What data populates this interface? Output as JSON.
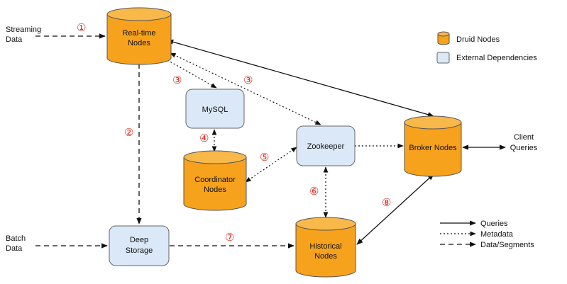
{
  "colors": {
    "druid_fill": "#f6a21c",
    "druid_top": "#f8b84a",
    "druid_stroke": "#555555",
    "external_fill": "#dbe8f7",
    "external_stroke": "#666666",
    "arrow": "#111111",
    "step_number": "#e0281b"
  },
  "inputs": {
    "streaming_line1": "Streaming",
    "streaming_line2": "Data",
    "batch_line1": "Batch",
    "batch_line2": "Data",
    "client_line1": "Client",
    "client_line2": "Queries"
  },
  "nodes": {
    "realtime": {
      "line1": "Real-time",
      "line2": "Nodes"
    },
    "mysql": {
      "line1": "MySQL"
    },
    "coordinator": {
      "line1": "Coordinator",
      "line2": "Nodes"
    },
    "zookeeper": {
      "line1": "Zookeeper"
    },
    "broker": {
      "line1": "Broker Nodes"
    },
    "deep_storage": {
      "line1": "Deep",
      "line2": "Storage"
    },
    "historical": {
      "line1": "Historical",
      "line2": "Nodes"
    }
  },
  "steps": {
    "s1": "①",
    "s2": "②",
    "s3a": "③",
    "s3b": "③",
    "s4": "④",
    "s5": "⑤",
    "s6": "⑥",
    "s7": "⑦",
    "s8": "⑧"
  },
  "legend": {
    "druid_nodes": "Druid Nodes",
    "external_dependencies": "External Dependencies",
    "queries": "Queries",
    "metadata": "Metadata",
    "data_segments": "Data/Segments"
  }
}
